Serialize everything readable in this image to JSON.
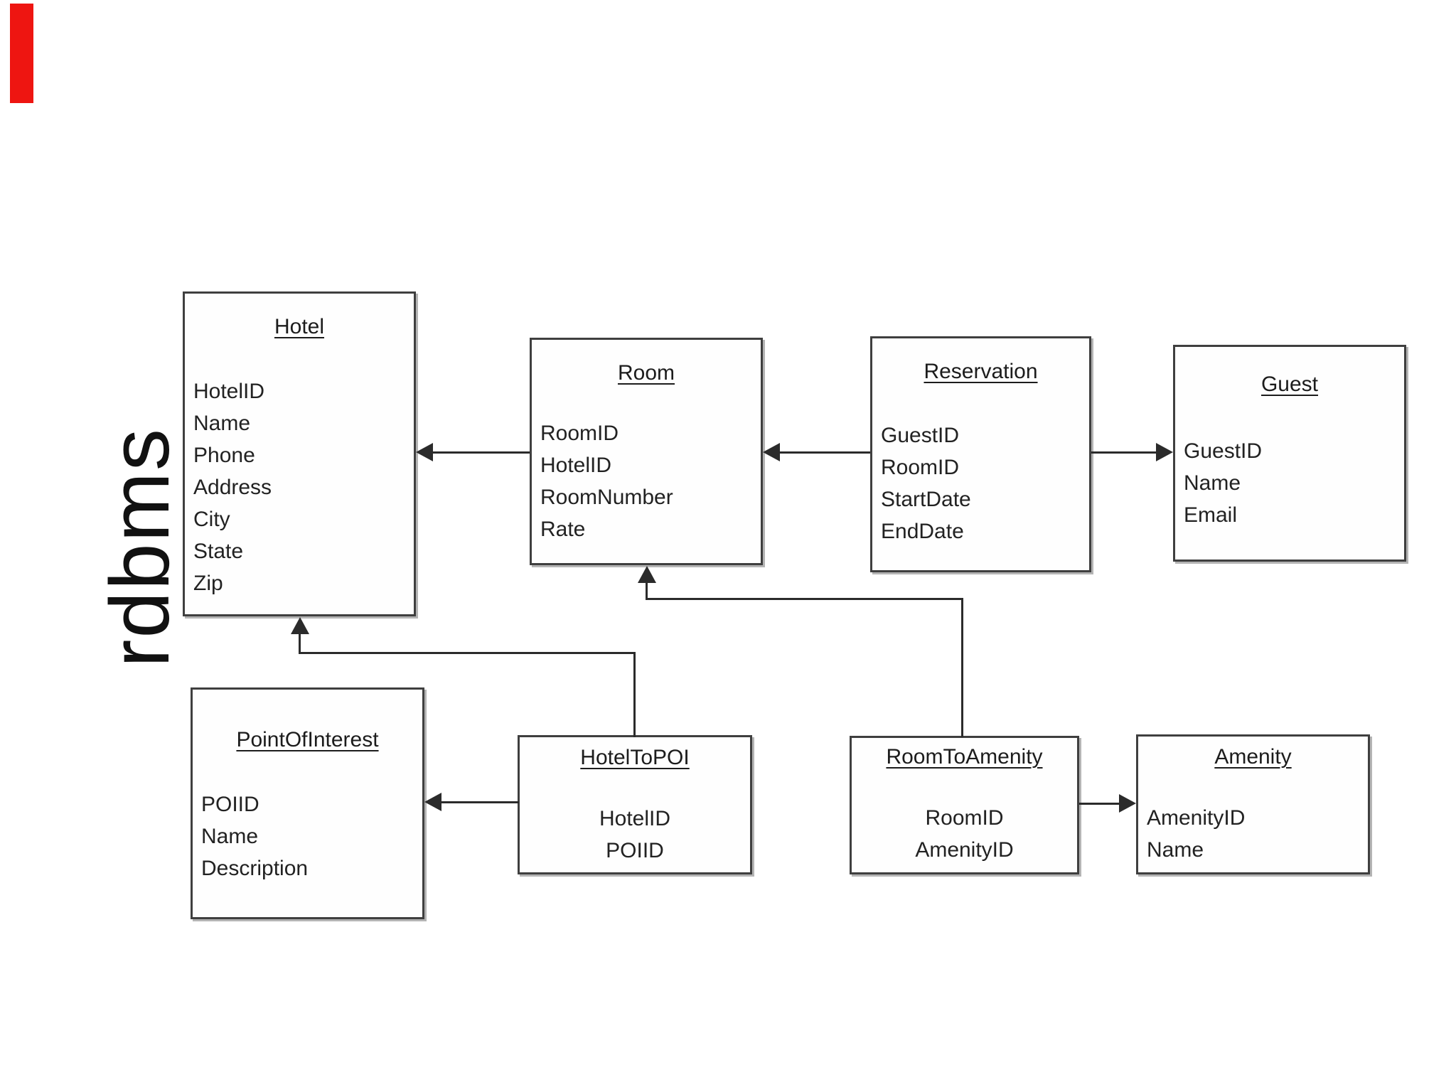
{
  "side_label": "rdbms",
  "colors": {
    "marker_red": "#ee1511",
    "line": "#2b2b2b",
    "box_border": "#3f3f3f",
    "background": "#ffffff"
  },
  "entities": [
    {
      "id": "hotel",
      "title": "Hotel",
      "fields": [
        "HotelID",
        "Name",
        "Phone",
        "Address",
        "City",
        "State",
        "Zip"
      ]
    },
    {
      "id": "room",
      "title": "Room",
      "fields": [
        "RoomID",
        "HotelID",
        "RoomNumber",
        "Rate"
      ]
    },
    {
      "id": "reservation",
      "title": "Reservation",
      "fields": [
        "GuestID",
        "RoomID",
        "StartDate",
        "EndDate"
      ]
    },
    {
      "id": "guest",
      "title": "Guest",
      "fields": [
        "GuestID",
        "Name",
        "Email"
      ]
    },
    {
      "id": "pointofinterest",
      "title": "PointOfInterest",
      "fields": [
        "POIID",
        "Name",
        "Description"
      ]
    },
    {
      "id": "hoteltopoi",
      "title": "HotelToPOI",
      "fields": [
        "HotelID",
        "POIID"
      ]
    },
    {
      "id": "roomtoamenity",
      "title": "RoomToAmenity",
      "fields": [
        "RoomID",
        "AmenityID"
      ]
    },
    {
      "id": "amenity",
      "title": "Amenity",
      "fields": [
        "AmenityID",
        "Name"
      ]
    }
  ],
  "relationships": [
    {
      "from": "Room",
      "to": "Hotel"
    },
    {
      "from": "Reservation",
      "to": "Room"
    },
    {
      "from": "Reservation",
      "to": "Guest"
    },
    {
      "from": "HotelToPOI",
      "to": "Hotel"
    },
    {
      "from": "HotelToPOI",
      "to": "PointOfInterest"
    },
    {
      "from": "RoomToAmenity",
      "to": "Room"
    },
    {
      "from": "RoomToAmenity",
      "to": "Amenity"
    }
  ]
}
